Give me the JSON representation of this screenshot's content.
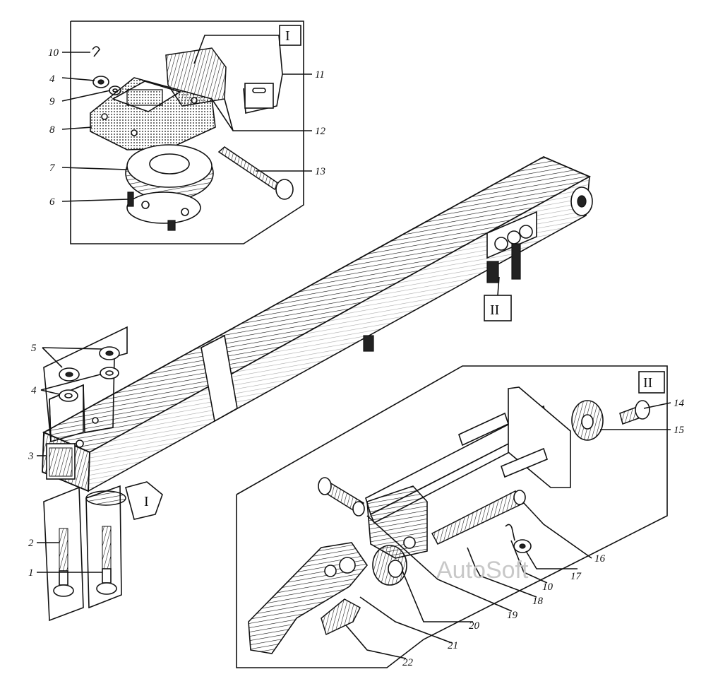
{
  "views": {
    "top_view_marker": "I",
    "lower_view_marker": "II",
    "beam_ref_marker_right": "II",
    "beam_ref_marker_left": "I"
  },
  "watermark": "AutoSoft",
  "callouts": {
    "c10_top": "10",
    "c4_top": "4",
    "c9": "9",
    "c8": "8",
    "c7": "7",
    "c6": "6",
    "c11": "11",
    "c12": "12",
    "c13": "13",
    "c5": "5",
    "c4_left": "4",
    "c3": "3",
    "c2": "2",
    "c1": "1",
    "c14": "14",
    "c15": "15",
    "c16": "16",
    "c17": "17",
    "c10_low": "10",
    "c18": "18",
    "c19": "19",
    "c20": "20",
    "c21": "21",
    "c22": "22"
  },
  "icons": [
    "axle-beam",
    "bracket",
    "bushing",
    "bolt",
    "nut",
    "washer",
    "cotter-pin",
    "spring-saddle",
    "stud",
    "hub-flange",
    "tow-jaw"
  ]
}
